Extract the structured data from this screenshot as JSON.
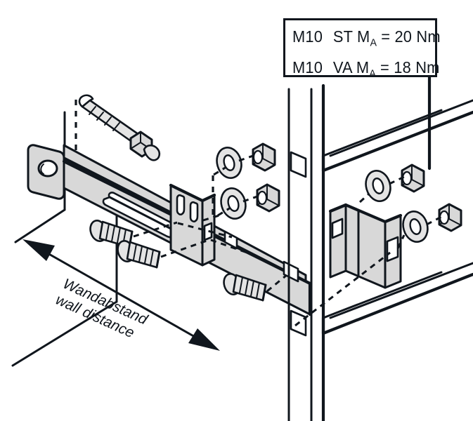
{
  "figure": {
    "type": "technical-exploded-assembly-drawing",
    "title": "Wall bracket mounting assembly",
    "background_color": "#ffffff",
    "line_color": "#10161d",
    "fill_color": "#d8d8d8",
    "fill_color_light": "#e8e8e8",
    "fill_color_white": "#ffffff"
  },
  "callout": {
    "border_color": "#10161d",
    "lines": [
      {
        "size": "M10",
        "material": "ST",
        "symbol": "M",
        "subscript": "A",
        "equals": "=",
        "value": "20",
        "unit": "Nm",
        "text": "M10  ST M_A = 20 Nm"
      },
      {
        "size": "M10",
        "material": "VA",
        "symbol": "M",
        "subscript": "A",
        "equals": "=",
        "value": "18",
        "unit": "Nm",
        "text": "M10  VA M_A = 18 Nm"
      }
    ]
  },
  "dimension": {
    "label_de": "Wandabstand",
    "label_en": "wall distance",
    "arrow_style": "double-headed"
  },
  "parts": [
    {
      "name": "wall-plane",
      "count": 1,
      "description": "wall surface reference lines"
    },
    {
      "name": "anchor-bolt",
      "count": 1,
      "description": "expansion anchor with hex nut and washer"
    },
    {
      "name": "wall-bracket-plate",
      "count": 1,
      "description": "long slotted mounting plate with upturned end tab"
    },
    {
      "name": "angle-bracket",
      "count": 1,
      "description": "vertical angle bracket with slotted holes"
    },
    {
      "name": "round-head-bolt",
      "count": 3,
      "description": "round head threaded bolts"
    },
    {
      "name": "washer",
      "count": 4,
      "description": "flat washers"
    },
    {
      "name": "hex-nut",
      "count": 4,
      "description": "hexagonal nuts"
    },
    {
      "name": "u-bracket",
      "count": 1,
      "description": "U shaped channel bracket on post"
    },
    {
      "name": "vertical-post",
      "count": 1,
      "description": "perforated vertical post with square holes"
    },
    {
      "name": "horizontal-rails",
      "count": 2,
      "description": "horizontal rails attached to post"
    }
  ]
}
